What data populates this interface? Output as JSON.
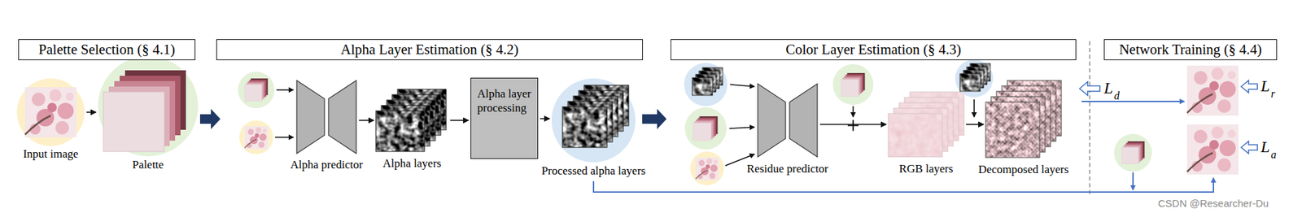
{
  "diagram": {
    "nodes": [
      {
        "text": [
          "Palette Selection (§ 4.1)"
        ]
      },
      {
        "text": [
          "Input image"
        ]
      },
      {
        "text": [
          "Palette"
        ]
      },
      {
        "text": [
          "Alpha Layer Estimation (§ 4.2)"
        ]
      },
      {
        "text": [
          "Alpha predictor"
        ]
      },
      {
        "text": [
          "Alpha layers"
        ]
      },
      {
        "text": [
          "Alpha layer processing"
        ]
      },
      {
        "text": [
          "Processed alpha layers"
        ]
      },
      {
        "text": [
          "Color Layer Estimation (§ 4.3)"
        ]
      },
      {
        "text": [
          "Residue predictor"
        ]
      },
      {
        "text": [
          "RGB layers"
        ]
      },
      {
        "text": [
          "Decomposed layers"
        ]
      },
      {
        "text": [
          "Network Training (§ 4.4)"
        ]
      }
    ],
    "edges": [
      {
        "from": 1,
        "to": 2,
        "arrow": "to"
      },
      {
        "from": 4,
        "to": 5,
        "arrow": "to"
      },
      {
        "from": 5,
        "to": 6,
        "arrow": "to"
      },
      {
        "from": 6,
        "to": 7,
        "arrow": "to"
      },
      {
        "from": 9,
        "to": 10,
        "arrow": "to"
      },
      {
        "from": 10,
        "to": 11,
        "arrow": "to"
      }
    ],
    "labels": [
      "L",
      "d",
      "L",
      "r",
      "L",
      "a",
      "CSDN @Researcher-Du"
    ]
  }
}
